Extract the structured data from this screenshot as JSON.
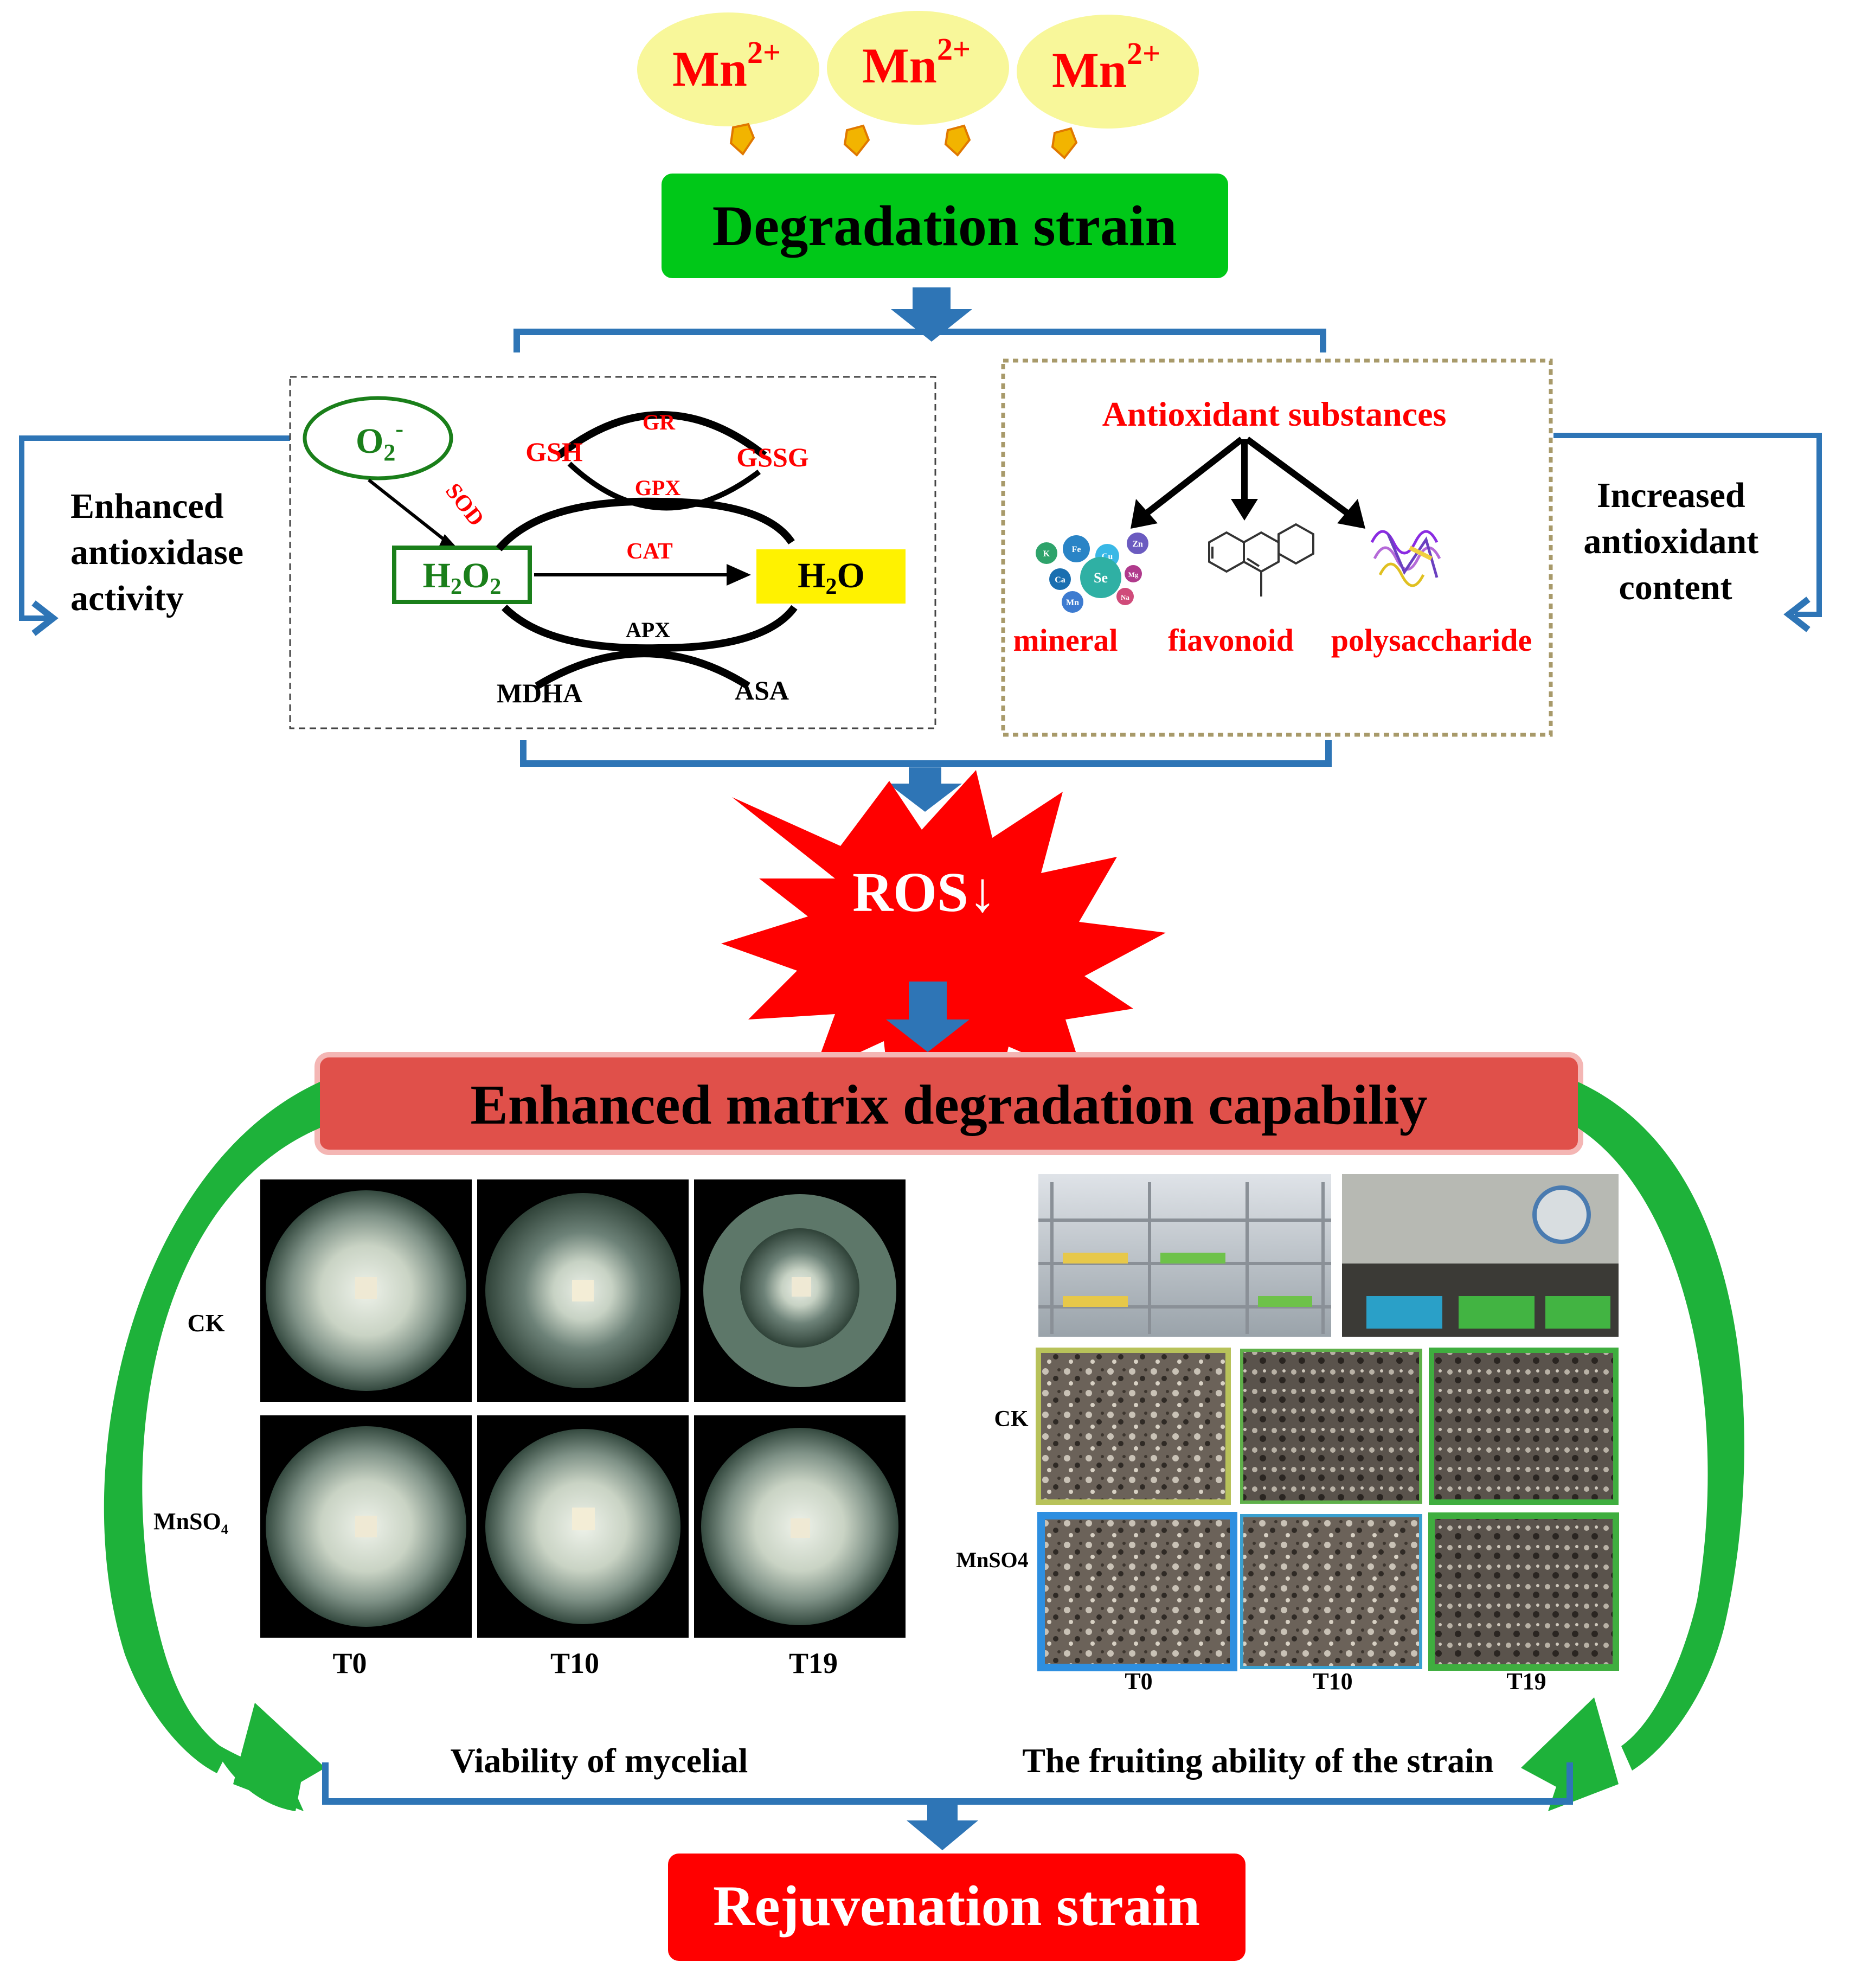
{
  "ions": {
    "label": "Mn",
    "charge": "2+",
    "count": 3
  },
  "degradation": {
    "label": "Degradation strain"
  },
  "left_side": {
    "line1": "Enhanced",
    "line2": "antioxidase",
    "line3": "activity"
  },
  "right_side": {
    "line1": "Increased",
    "line2": "antioxidant",
    "line3": "content"
  },
  "enzyme_cycle": {
    "o2": {
      "base": "O",
      "sub": "2",
      "sup": "-"
    },
    "sod": "SOD",
    "h2o2": {
      "a": "H",
      "b": "2",
      "c": "O",
      "d": "2"
    },
    "h2o": {
      "a": "H",
      "b": "2",
      "c": "O"
    },
    "gr": "GR",
    "gsh": "GSH",
    "gssg": "GSSG",
    "gpx": "GPX",
    "cat": "CAT",
    "apx": "APX",
    "mdha": "MDHA",
    "asa": "ASA"
  },
  "antioxidant": {
    "title": "Antioxidant substances",
    "items": [
      "mineral",
      "fiavonoid",
      "polysaccharide"
    ],
    "mineral_symbols": [
      "Fe",
      "Se",
      "Zn",
      "Ca",
      "Mg",
      "Cu",
      "Mn",
      "Na",
      "K"
    ]
  },
  "ros": {
    "label": "ROS↓"
  },
  "matrix": {
    "label": "Enhanced matrix degradation  capabiliy"
  },
  "mycelial_panel": {
    "rows": [
      "CK",
      "MnSO₄"
    ],
    "cols": [
      "T0",
      "T10",
      "T19"
    ]
  },
  "fruiting_panel": {
    "rows": [
      "CK",
      "MnSO4"
    ],
    "cols": [
      "T0",
      "T10",
      "T19"
    ]
  },
  "outcomes": {
    "left": "Viability of mycelial",
    "right": "The fruiting ability of the strain"
  },
  "rejuvenation": {
    "label": "Rejuvenation strain"
  },
  "colors": {
    "blue_arrow": "#2E75B6",
    "green_box": "#00C818",
    "red_box": "#FF0000",
    "matrix_box": "#E0504A",
    "ion_ellipse": "#F8F79A",
    "red_text": "#FF0000",
    "green_arrow": "#1EB23A"
  }
}
